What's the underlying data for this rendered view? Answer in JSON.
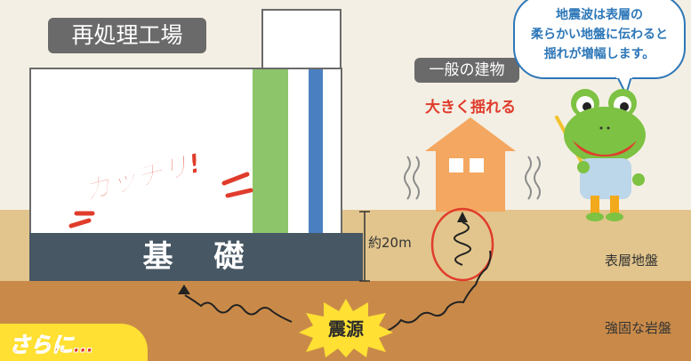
{
  "facility_label": "再処理工場",
  "house_label": "一般の建物",
  "shake_label": "大きく揺れる",
  "impact_label": "ガッチリ!",
  "foundation_label": "基　礎",
  "depth_label": "約20m",
  "surface_layer_label": "表層地盤",
  "bedrock_label": "強固な岩盤",
  "epicenter_label": "震源",
  "more_label": "さらに…",
  "speech": {
    "line1": "地震波は表層の",
    "line2": "柔らかい地盤に伝わると",
    "line3": "揺れが増幅します。"
  },
  "colors": {
    "sky": "#f4efe4",
    "surface_ground": "#e2c58c",
    "bedrock": "#c98a49",
    "foundation": "#475763",
    "green_stripe": "#8dc66a",
    "blue_stripe": "#4a7fc2",
    "house": "#f4a760",
    "badge_yellow": "#ffe033",
    "label_gray": "#6a6a6a",
    "frog": "#7dc243",
    "alert_red": "#e03c2c",
    "bubble_blue": "#2d77b8"
  },
  "icons": [
    "frog-mascot-icon",
    "vibration-lines-icon",
    "seismic-wave-icon",
    "starburst-icon"
  ]
}
